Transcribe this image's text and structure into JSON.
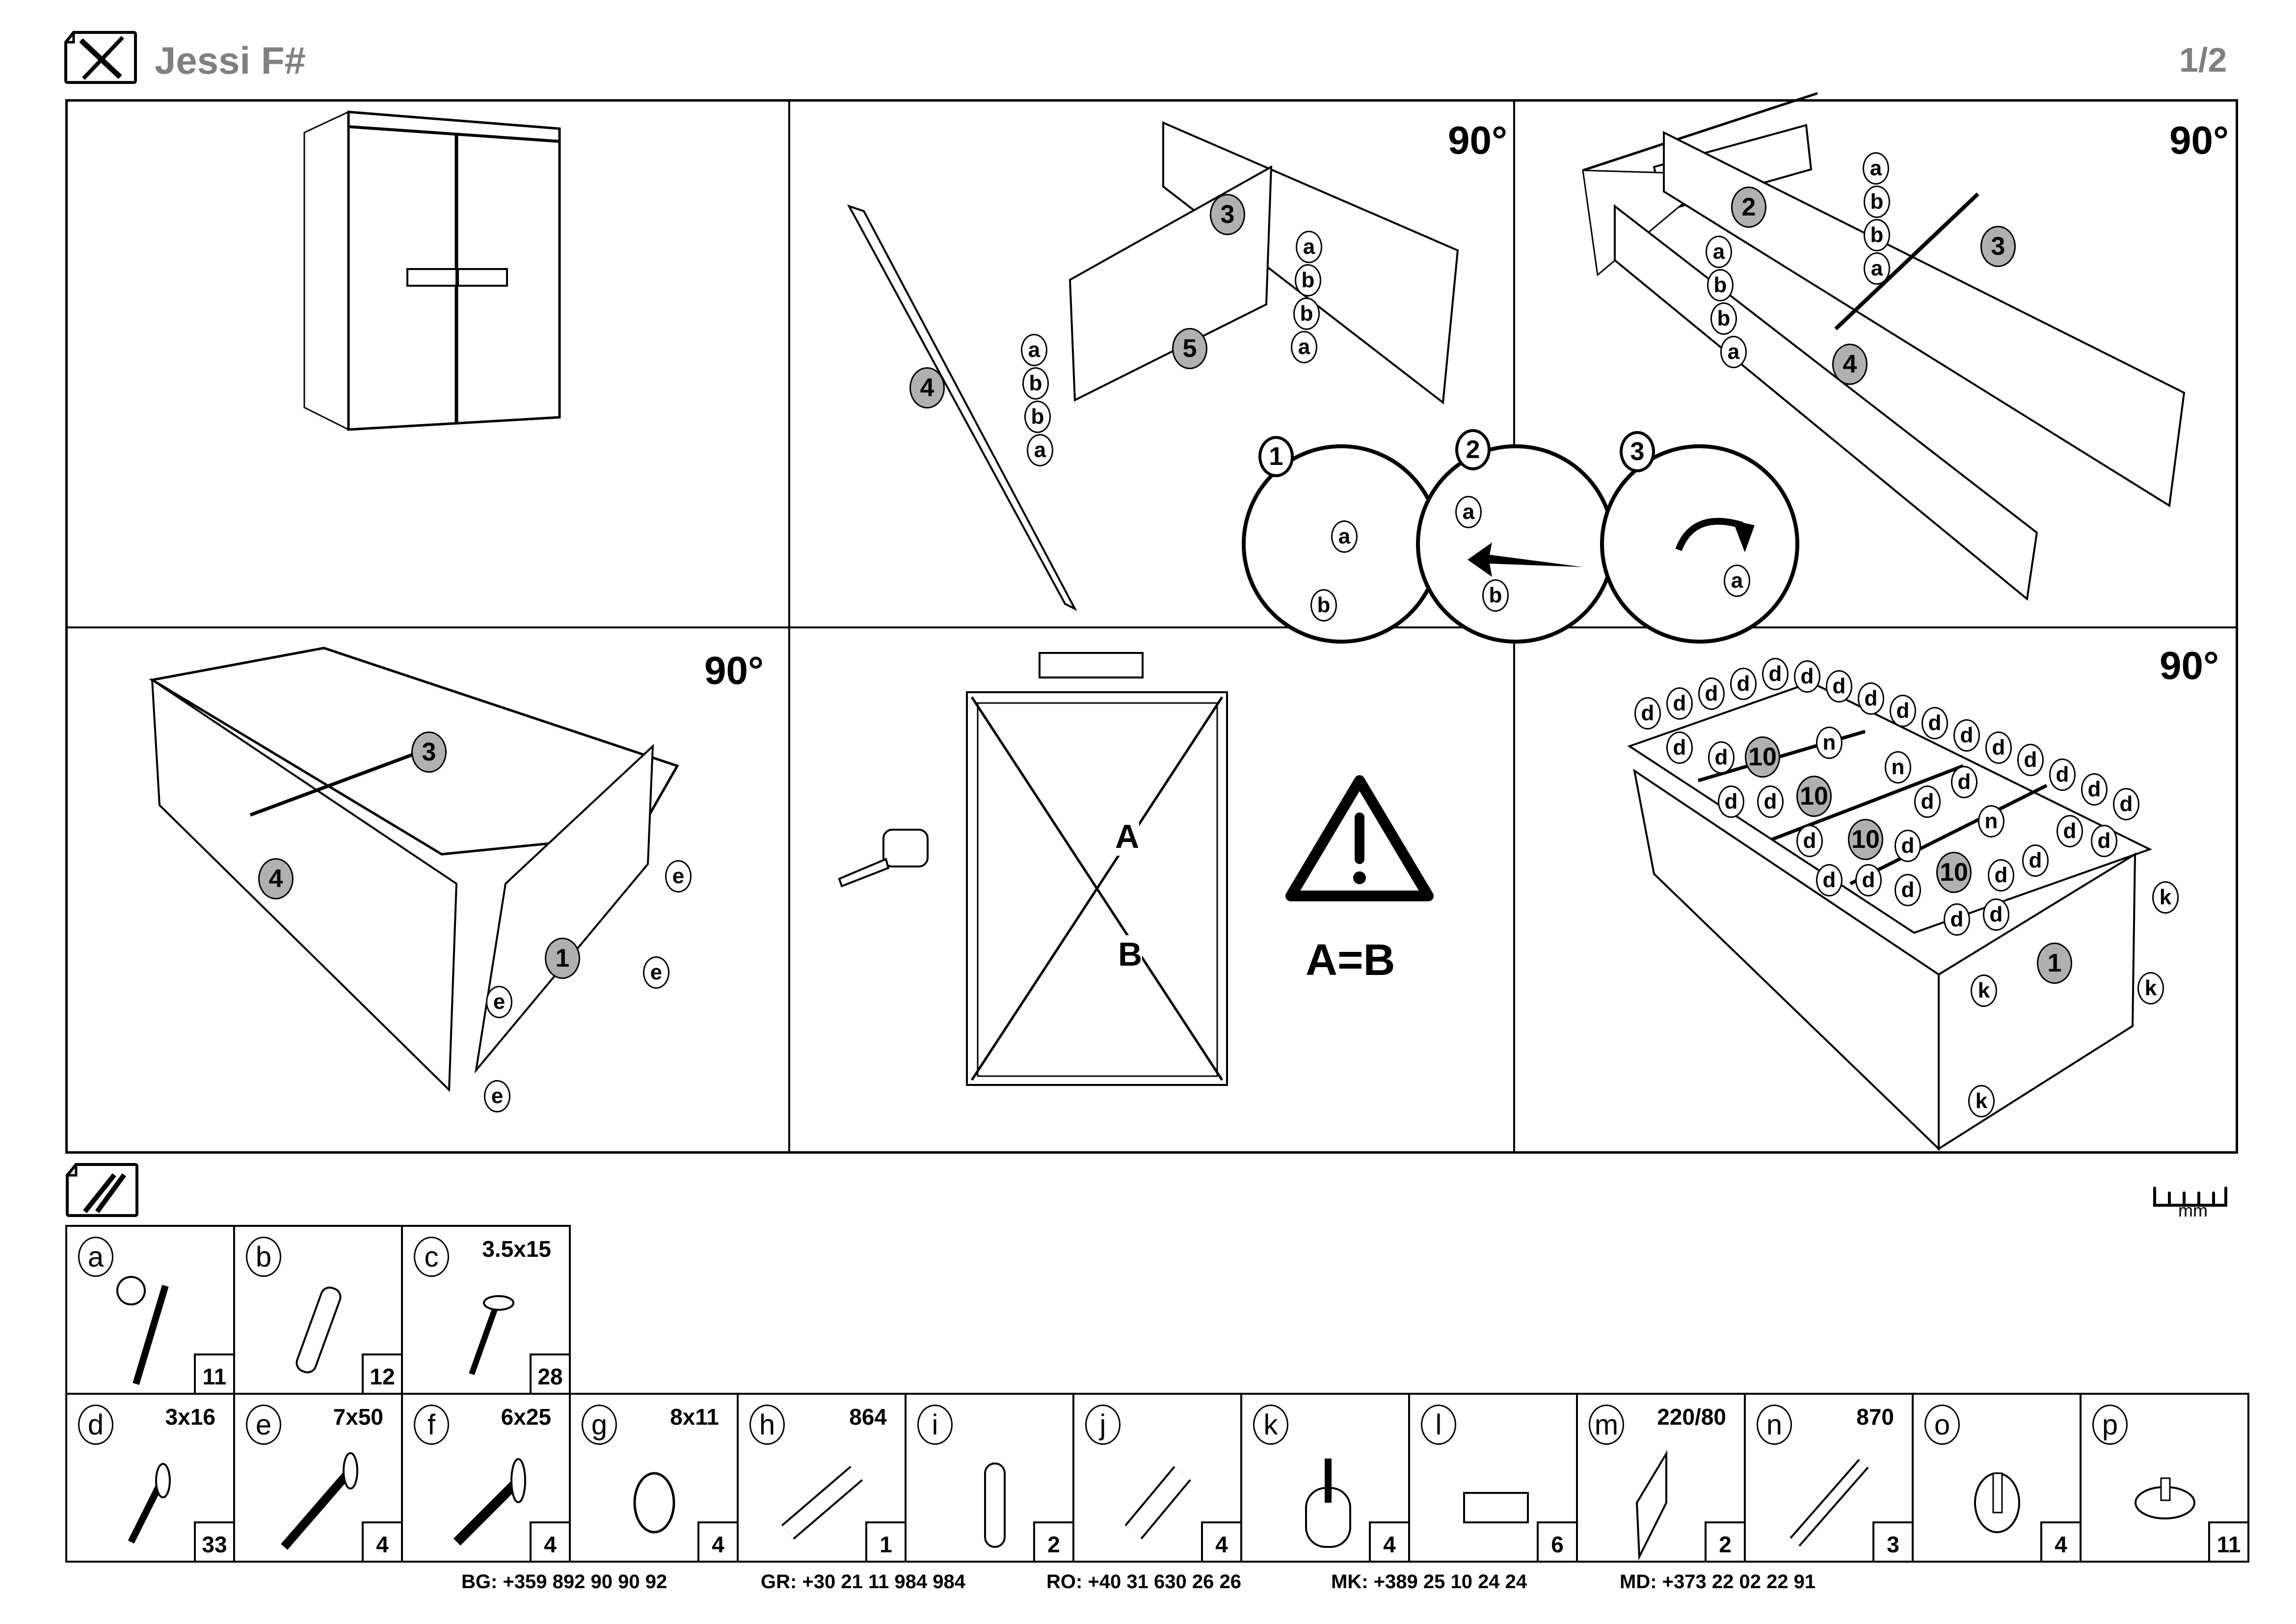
{
  "header": {
    "title": "Jessi F#",
    "page": "1/2",
    "tools_icon": "wrench-screwdriver-icon"
  },
  "steps": [
    {
      "id": 1,
      "kind": "overview"
    },
    {
      "id": 2,
      "rotate": "90°",
      "panels": [
        "3",
        "4",
        "5"
      ],
      "fittings_left": [
        "a",
        "b",
        "b",
        "a"
      ],
      "fittings_right": [
        "a",
        "b",
        "b",
        "a"
      ],
      "detail": {
        "steps": [
          "1",
          "2",
          "3"
        ],
        "step1_labels": [
          "a",
          "b"
        ],
        "step2_labels": [
          "a",
          "b"
        ],
        "step3_labels": [
          "a"
        ]
      }
    },
    {
      "id": 3,
      "rotate": "90°",
      "panels": [
        "2",
        "3",
        "4"
      ],
      "fittings_upper": [
        "a",
        "b",
        "b",
        "a"
      ],
      "fittings_lower": [
        "a",
        "b",
        "b",
        "a"
      ]
    },
    {
      "id": 4,
      "rotate": "90°",
      "panels": [
        "3",
        "4",
        "1"
      ],
      "fittings": [
        "e",
        "e",
        "e",
        "e"
      ]
    },
    {
      "id": 5,
      "labels": {
        "diag_a": "A",
        "diag_b": "B",
        "equation": "A=B"
      },
      "icons": [
        "spirit-level-icon",
        "tape-measure-icon",
        "warning-icon"
      ]
    },
    {
      "id": 6,
      "rotate": "90°",
      "panels": [
        "10",
        "10",
        "10",
        "10",
        "1"
      ],
      "fittings": {
        "d_count": 33,
        "n_count": 3,
        "k_count": 4
      },
      "d": "d",
      "n": "n",
      "k": "k"
    }
  ],
  "hardware": {
    "section_icon": "screws-icon",
    "unit": "mm",
    "items": [
      {
        "letter": "a",
        "dim": "",
        "qty": "11"
      },
      {
        "letter": "b",
        "dim": "",
        "qty": "12"
      },
      {
        "letter": "c",
        "dim": "3.5x15",
        "qty": "28"
      },
      {
        "letter": "d",
        "dim": "3x16",
        "qty": "33"
      },
      {
        "letter": "e",
        "dim": "7x50",
        "qty": "4"
      },
      {
        "letter": "f",
        "dim": "6x25",
        "qty": "4"
      },
      {
        "letter": "g",
        "dim": "8x11",
        "qty": "4"
      },
      {
        "letter": "h",
        "dim": "864",
        "qty": "1"
      },
      {
        "letter": "i",
        "dim": "",
        "qty": "2"
      },
      {
        "letter": "j",
        "dim": "",
        "qty": "4"
      },
      {
        "letter": "k",
        "dim": "",
        "qty": "4"
      },
      {
        "letter": "l",
        "dim": "",
        "qty": "6"
      },
      {
        "letter": "m",
        "dim": "220/80",
        "qty": "2"
      },
      {
        "letter": "n",
        "dim": "870",
        "qty": "3"
      },
      {
        "letter": "o",
        "dim": "",
        "qty": "4"
      },
      {
        "letter": "p",
        "dim": "",
        "qty": "11"
      }
    ]
  },
  "footer": {
    "phones": [
      "BG: +359 892 90 90 92",
      "GR: +30 21 11 984 984",
      "RO: +40 31 630 26 26",
      "MK: +389 25 10 24 24",
      "MD: +373 22 02 22 91"
    ]
  }
}
